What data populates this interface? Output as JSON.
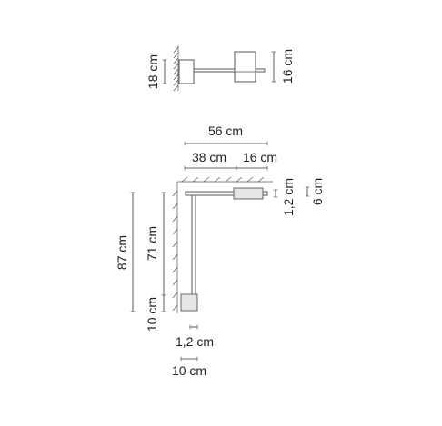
{
  "top_view": {
    "height_label": "18 cm",
    "head_label": "16 cm"
  },
  "front_view": {
    "overall_width_label": "56 cm",
    "arm_length_label": "38 cm",
    "head_length_label": "16 cm",
    "arm_thickness_label": "1,2 cm",
    "head_height_label": "6 cm",
    "overall_height_label": "87 cm",
    "mast_length_label": "71 cm",
    "base_height_label": "10 cm",
    "mast_thickness_label": "1,2 cm",
    "base_width_label": "10 cm"
  }
}
